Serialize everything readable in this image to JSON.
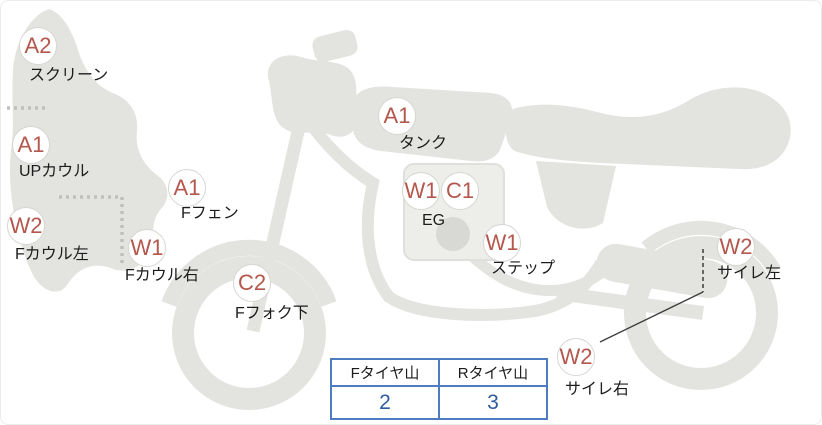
{
  "colors": {
    "grade_text": "#b4574d",
    "part_label_text": "#1c1c1c",
    "silhouette_gray": "#e3e4e0",
    "table_border_blue": "#4d7cc1",
    "table_value_blue": "#2e5ba1"
  },
  "markers": [
    {
      "grade": "A2",
      "label": "スクリーン"
    },
    {
      "grade": "A1",
      "label": "UPカウル"
    },
    {
      "grade": "A1",
      "label": "Fフェン"
    },
    {
      "grade": "W2",
      "label": "Fカウル左"
    },
    {
      "grade": "W1",
      "label": "Fカウル右"
    },
    {
      "grade": "C2",
      "label": "Fフォク下"
    },
    {
      "grade": "A1",
      "label": "タンク"
    },
    {
      "grade": "W1",
      "grade2": "C1",
      "label": "EG"
    },
    {
      "grade": "W1",
      "label": "ステップ"
    },
    {
      "grade": "W2",
      "label": "サイレ左"
    },
    {
      "grade": "W2",
      "label": "サイレ右"
    }
  ],
  "tire_table": {
    "columns": [
      {
        "header": "Fタイヤ山",
        "value": "2"
      },
      {
        "header": "Rタイヤ山",
        "value": "3"
      }
    ]
  }
}
